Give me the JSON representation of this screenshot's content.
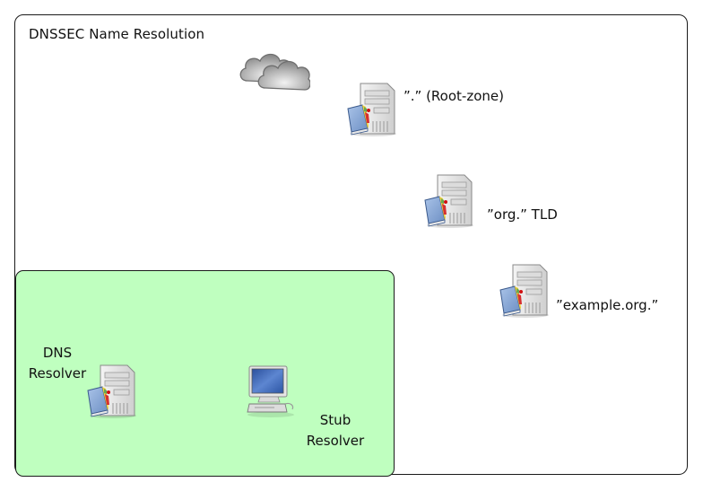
{
  "diagram": {
    "title": "DNSSEC Name Resolution",
    "internet": {
      "icon": "cloud-icon"
    },
    "servers": [
      {
        "label": "”.” (Root-zone)",
        "icon": "dns-server-icon"
      },
      {
        "label": "”org.” TLD",
        "icon": "dns-server-icon"
      },
      {
        "label": "”example.org.”",
        "icon": "dns-server-icon"
      }
    ],
    "local_network": {
      "fill_color": "#bfffbf",
      "resolver": {
        "label_line1": "DNS",
        "label_line2": "Resolver",
        "icon": "dns-server-icon"
      },
      "stub": {
        "label_line1": "Stub",
        "label_line2": "Resolver",
        "icon": "desktop-computer-icon"
      }
    }
  }
}
